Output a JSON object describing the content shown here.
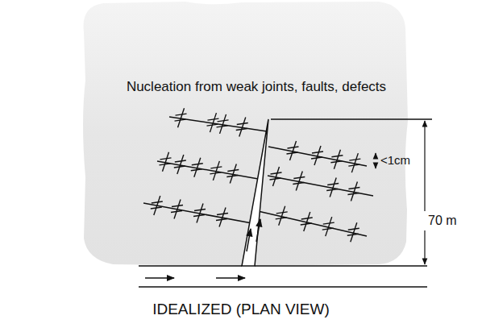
{
  "diagram": {
    "caption": "IDEALIZED (PLAN VIEW)",
    "labels": [
      "Nucleation from weak joints, faults, defects",
      "<1cm",
      "70 m"
    ]
  }
}
